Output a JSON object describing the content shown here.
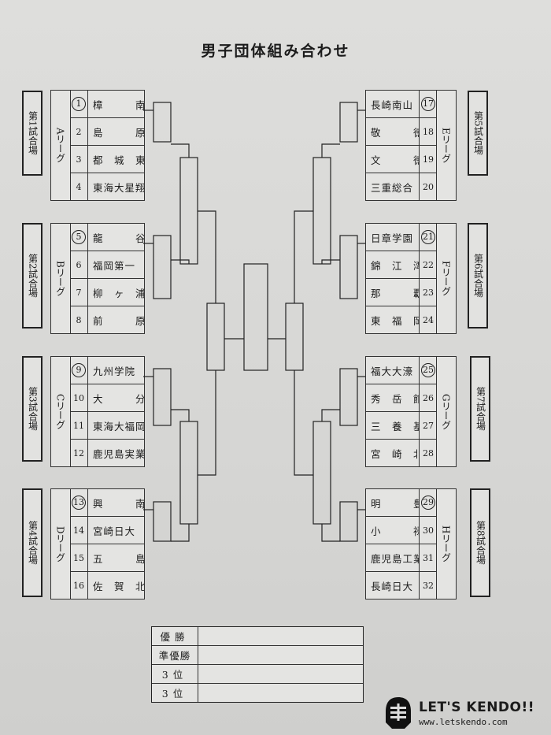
{
  "title": "男子団体組み合わせ",
  "left_leagues": [
    {
      "venue": "第1試合場",
      "label": "Aリーグ",
      "teams": [
        {
          "num": "1",
          "circled": true,
          "name": "樟　　　南"
        },
        {
          "num": "2",
          "circled": false,
          "name": "島　　　原"
        },
        {
          "num": "3",
          "circled": false,
          "name": "都　城　東"
        },
        {
          "num": "4",
          "circled": false,
          "name": "東海大星翔"
        }
      ]
    },
    {
      "venue": "第2試合場",
      "label": "Bリーグ",
      "teams": [
        {
          "num": "5",
          "circled": true,
          "name": "龍　　　谷"
        },
        {
          "num": "6",
          "circled": false,
          "name": "福岡第一"
        },
        {
          "num": "7",
          "circled": false,
          "name": "柳　ヶ　浦"
        },
        {
          "num": "8",
          "circled": false,
          "name": "前　　　原"
        }
      ]
    },
    {
      "venue": "第3試合場",
      "label": "Cリーグ",
      "teams": [
        {
          "num": "9",
          "circled": true,
          "name": "九州学院"
        },
        {
          "num": "10",
          "circled": false,
          "name": "大　　　分"
        },
        {
          "num": "11",
          "circled": false,
          "name": "東海大福岡"
        },
        {
          "num": "12",
          "circled": false,
          "name": "鹿児島実業"
        }
      ]
    },
    {
      "venue": "第4試合場",
      "label": "Dリーグ",
      "teams": [
        {
          "num": "13",
          "circled": true,
          "name": "興　　　南"
        },
        {
          "num": "14",
          "circled": false,
          "name": "宮崎日大"
        },
        {
          "num": "15",
          "circled": false,
          "name": "五　　　島"
        },
        {
          "num": "16",
          "circled": false,
          "name": "佐　賀　北"
        }
      ]
    }
  ],
  "right_leagues": [
    {
      "venue": "第5試合場",
      "label": "Eリーグ",
      "teams": [
        {
          "num": "17",
          "circled": true,
          "name": "長崎南山"
        },
        {
          "num": "18",
          "circled": false,
          "name": "敬　　　徳"
        },
        {
          "num": "19",
          "circled": false,
          "name": "文　　　徳"
        },
        {
          "num": "20",
          "circled": false,
          "name": "三重総合"
        }
      ]
    },
    {
      "venue": "第6試合場",
      "label": "Fリーグ",
      "teams": [
        {
          "num": "21",
          "circled": true,
          "name": "日章学園"
        },
        {
          "num": "22",
          "circled": false,
          "name": "錦　江　湾"
        },
        {
          "num": "23",
          "circled": false,
          "name": "那　　　覇"
        },
        {
          "num": "24",
          "circled": false,
          "name": "東　福　岡"
        }
      ]
    },
    {
      "venue": "第7試合場",
      "label": "Gリーグ",
      "teams": [
        {
          "num": "25",
          "circled": true,
          "name": "福大大濠"
        },
        {
          "num": "26",
          "circled": false,
          "name": "秀　岳　館"
        },
        {
          "num": "27",
          "circled": false,
          "name": "三　養　基"
        },
        {
          "num": "28",
          "circled": false,
          "name": "宮　崎　北"
        }
      ]
    },
    {
      "venue": "第8試合場",
      "label": "Hリーグ",
      "teams": [
        {
          "num": "29",
          "circled": true,
          "name": "明　　　豊"
        },
        {
          "num": "30",
          "circled": false,
          "name": "小　　　禄"
        },
        {
          "num": "31",
          "circled": false,
          "name": "鹿児島工業"
        },
        {
          "num": "32",
          "circled": false,
          "name": "長崎日大"
        }
      ]
    }
  ],
  "results": [
    {
      "label": "優勝",
      "value": ""
    },
    {
      "label": "準優勝",
      "value": ""
    },
    {
      "label": "3位",
      "value": ""
    },
    {
      "label": "3位",
      "value": ""
    }
  ],
  "logo": {
    "main": "LET'S KENDO!!",
    "url": "www.letskendo.com"
  },
  "colors": {
    "paper": "#dcdcda",
    "ink": "#1b1b1b"
  }
}
